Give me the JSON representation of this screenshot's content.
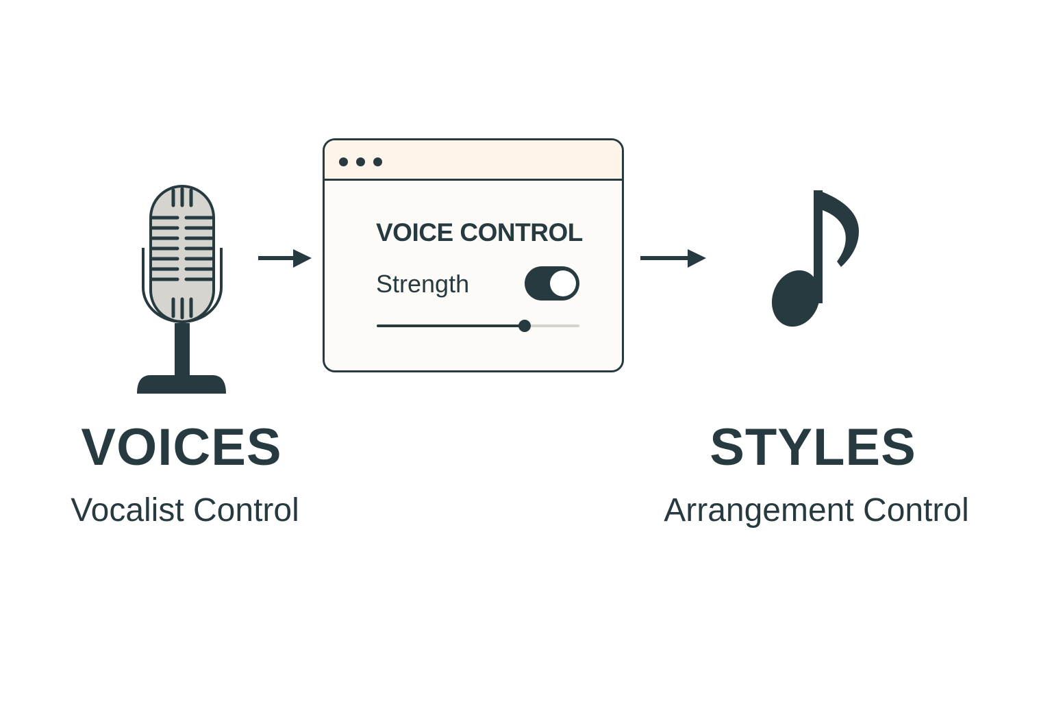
{
  "colors": {
    "ink": "#263a3f",
    "window_bg": "#fdfbf8",
    "titlebar_bg": "#fdf4ea",
    "mic_fill": "#d6d4cf"
  },
  "left": {
    "title": "VOICES",
    "subtitle": "Vocalist Control",
    "icon": "microphone-icon"
  },
  "window": {
    "title": "VOICE CONTROL",
    "label": "Strength",
    "toggle_on": true,
    "slider_value": 0.73
  },
  "right": {
    "title": "STYLES",
    "subtitle": "Arrangement Control",
    "icon": "music-note-icon"
  }
}
